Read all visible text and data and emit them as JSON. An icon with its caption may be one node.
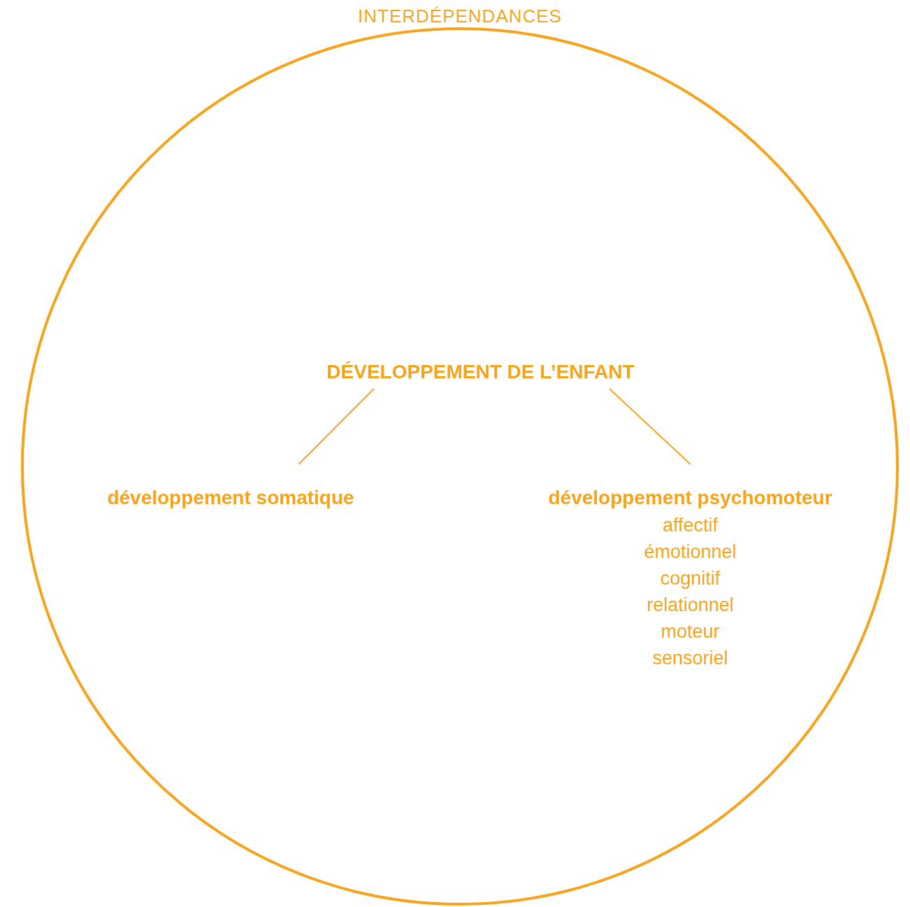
{
  "diagram": {
    "nodes": [
      {
        "text": [
          "INTERDÉPENDANCES"
        ]
      },
      {
        "text": [
          "DÉVELOPPEMENT DE L’ENFANT"
        ],
        "in": 0
      },
      {
        "text": [
          "développement somatique"
        ],
        "in": 0
      },
      {
        "text": [
          "développement psychomoteur",
          "affectif",
          "émotionnel",
          "cognitif",
          "relationnel",
          "moteur",
          "sensoriel"
        ],
        "in": 0
      }
    ],
    "edges": [
      {
        "from": 1,
        "to": 2,
        "arrow": "none"
      },
      {
        "from": 1,
        "to": 3,
        "arrow": "none"
      }
    ]
  }
}
